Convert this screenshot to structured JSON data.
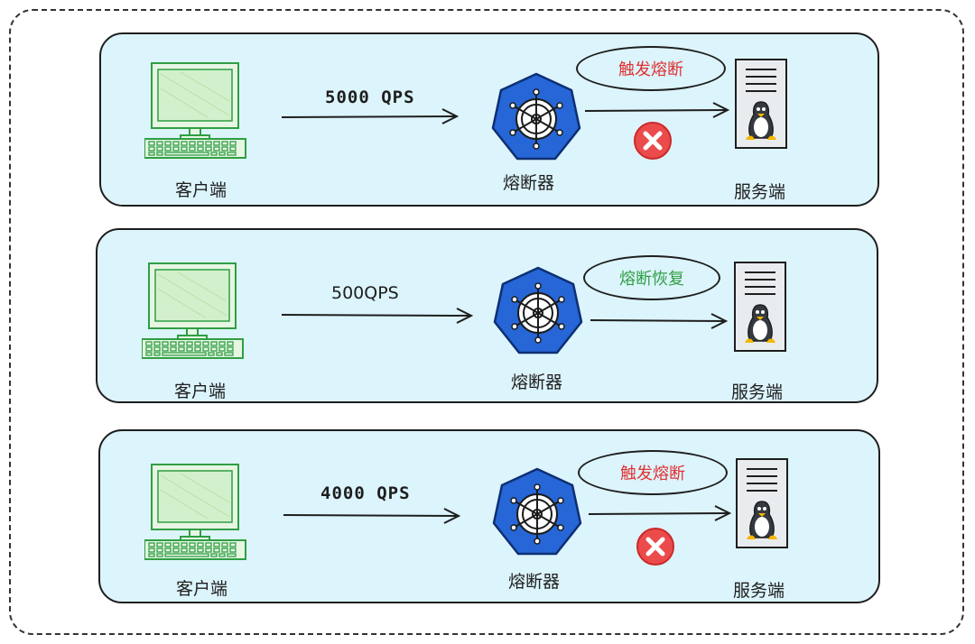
{
  "panels": [
    {
      "client_label": "客户端",
      "rate": "5000 QPS",
      "breaker_label": "熔断器",
      "status": "触发熔断",
      "status_color": "#e03131",
      "blocked": true,
      "server_label": "服务端"
    },
    {
      "client_label": "客户端",
      "rate": "500QPS",
      "breaker_label": "熔断器",
      "status": "熔断恢复",
      "status_color": "#2f9e44",
      "blocked": false,
      "server_label": "服务端"
    },
    {
      "client_label": "客户端",
      "rate": "4000 QPS",
      "breaker_label": "熔断器",
      "status": "触发熔断",
      "status_color": "#e03131",
      "blocked": true,
      "server_label": "服务端"
    }
  ],
  "icons": {
    "client": "desktop-computer-icon",
    "breaker": "kubernetes-helm-icon",
    "server": "linux-server-icon",
    "blocked": "red-x-circle-icon"
  },
  "colors": {
    "panel_fill": "#dcf4fb",
    "computer": "#2f9e44",
    "breaker": "#1f5fcc",
    "blocked": "#e03131"
  }
}
